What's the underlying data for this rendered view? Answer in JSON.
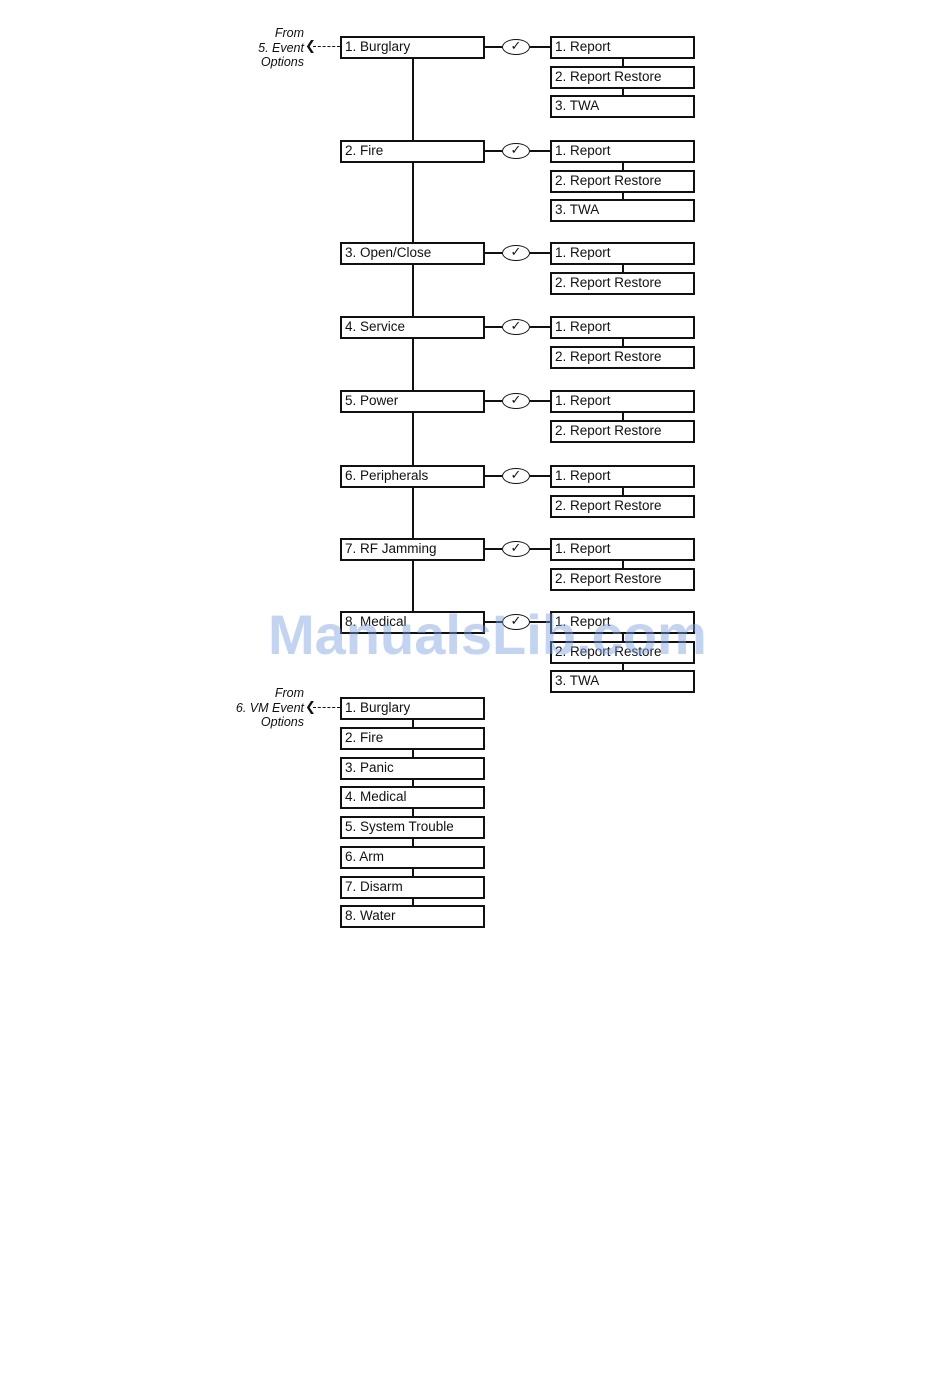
{
  "event_options": {
    "from_label": [
      "From",
      "5. Event",
      "Options"
    ],
    "items": [
      {
        "label": "1. Burglary",
        "suboptions": [
          "1. Report",
          "2. Report Restore",
          "3. TWA"
        ]
      },
      {
        "label": "2. Fire",
        "suboptions": [
          "1. Report",
          "2. Report Restore",
          "3. TWA"
        ]
      },
      {
        "label": "3. Open/Close",
        "suboptions": [
          "1. Report",
          "2. Report Restore"
        ]
      },
      {
        "label": "4. Service",
        "suboptions": [
          "1. Report",
          "2. Report Restore"
        ]
      },
      {
        "label": "5. Power",
        "suboptions": [
          "1. Report",
          "2. Report Restore"
        ]
      },
      {
        "label": "6. Peripherals",
        "suboptions": [
          "1. Report",
          "2. Report Restore"
        ]
      },
      {
        "label": "7. RF Jamming",
        "suboptions": [
          "1. Report",
          "2. Report Restore"
        ]
      },
      {
        "label": "8. Medical",
        "suboptions": [
          "1. Report",
          "2. Report Restore",
          "3. TWA"
        ]
      }
    ],
    "check_symbol": "✓"
  },
  "vm_event_options": {
    "from_label": [
      "From",
      "6. VM Event",
      "Options"
    ],
    "items": [
      "1. Burglary",
      "2. Fire",
      "3. Panic",
      "4. Medical",
      "5. System Trouble",
      "6. Arm",
      "7. Disarm",
      "8. Water"
    ]
  },
  "watermark": "ManualsLib.com"
}
